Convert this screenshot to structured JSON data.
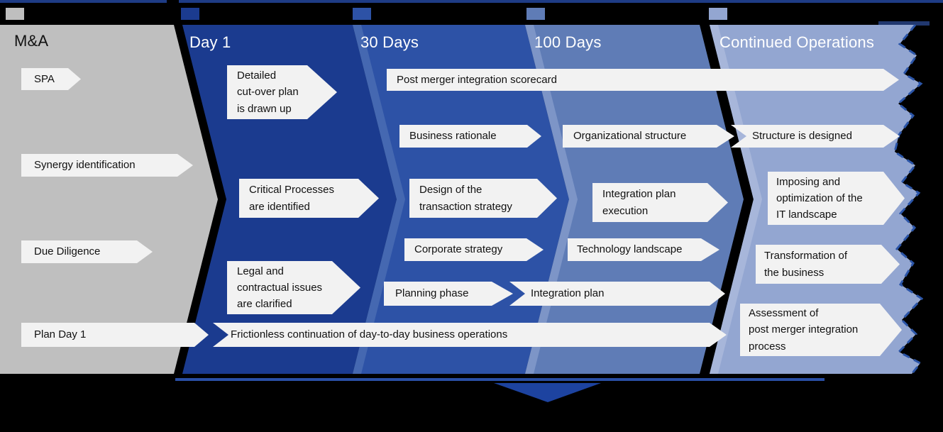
{
  "diagram": {
    "phases": [
      {
        "label": "M&A",
        "color": "#bfbfbf",
        "items": [
          "SPA",
          "Synergy identification",
          "Due Diligence",
          "Plan Day 1"
        ]
      },
      {
        "label": "Day 1",
        "color": "#1b3b8f",
        "items": [
          "Detailed\ncut-over plan\nis drawn up",
          "Critical Processes\nare identified",
          "Legal and\ncontractual issues\nare clarified"
        ]
      },
      {
        "label": "30 Days",
        "color": "#2d52a6",
        "items": [
          "Business rationale",
          "Design of the\ntransaction strategy",
          "Corporate strategy",
          "Planning phase",
          "Integration plan"
        ]
      },
      {
        "label": "100 Days",
        "color": "#5f7cb6",
        "items": [
          "Organizational structure",
          "Integration plan\nexecution",
          "Technology landscape"
        ]
      },
      {
        "label": "Continued Operations",
        "color": "#93a6d1",
        "items": [
          "Structure is designed",
          "Imposing and\noptimization of the\nIT landscape",
          "Transformation of\nthe business",
          "Assessment of\npost merger integration\nprocess"
        ]
      }
    ],
    "banners": {
      "scorecard": "Post merger integration scorecard",
      "frictionless": "Frictionless continuation of day-to-day business operations"
    },
    "colors": {
      "ma": "#bfbfbf",
      "day1": "#1b3b8f",
      "days30": "#2d52a6",
      "days100": "#5f7cb6",
      "continued": "#93a6d1",
      "edge30": "#4568b1",
      "edge100": "#7d95c7",
      "edgeContinued": "#a7b6da",
      "accent": "#1d43a0",
      "top_rule": "#1e3c85",
      "torn_edge_border": "#2b55a8",
      "arrow_fill": "#f2f2f2",
      "background": "#000000"
    }
  }
}
